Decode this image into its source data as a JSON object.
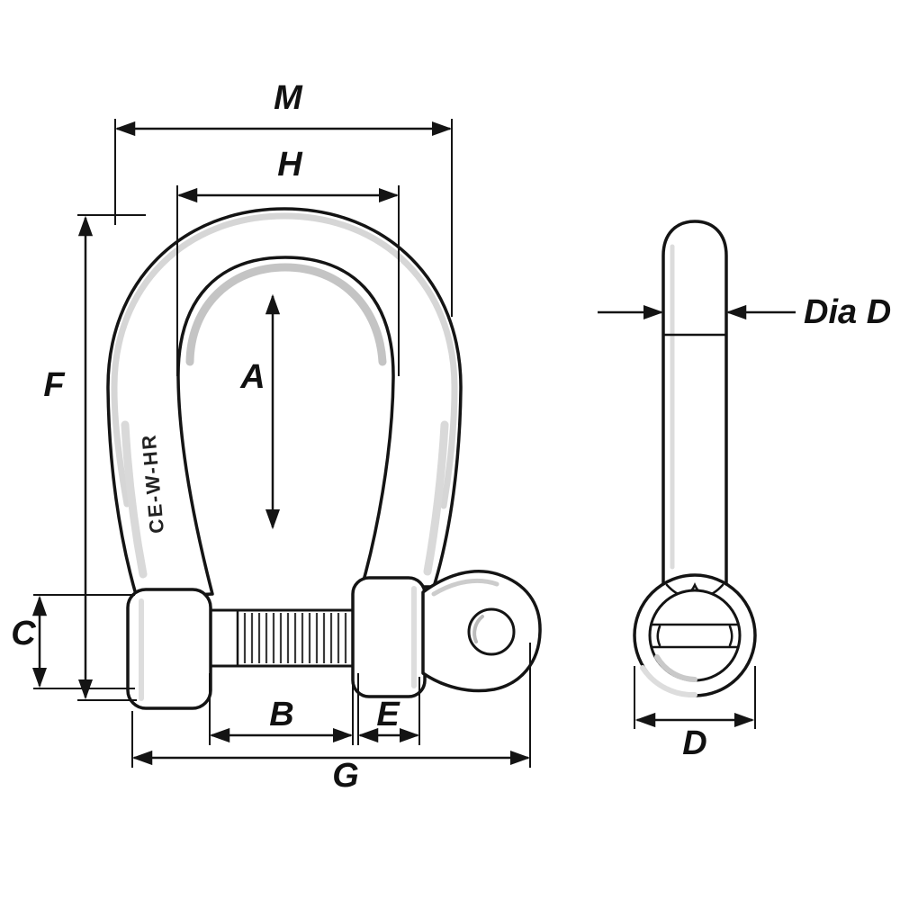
{
  "diagram": {
    "marking": "CE-W-HR",
    "dimensions": {
      "m": "M",
      "h": "H",
      "a": "A",
      "f": "F",
      "c": "C",
      "b": "B",
      "e": "E",
      "g": "G",
      "dia_d": "Dia D",
      "d": "D"
    },
    "colors": {
      "line": "#141414",
      "shade": "#c9c9c9",
      "background": "#ffffff"
    }
  }
}
